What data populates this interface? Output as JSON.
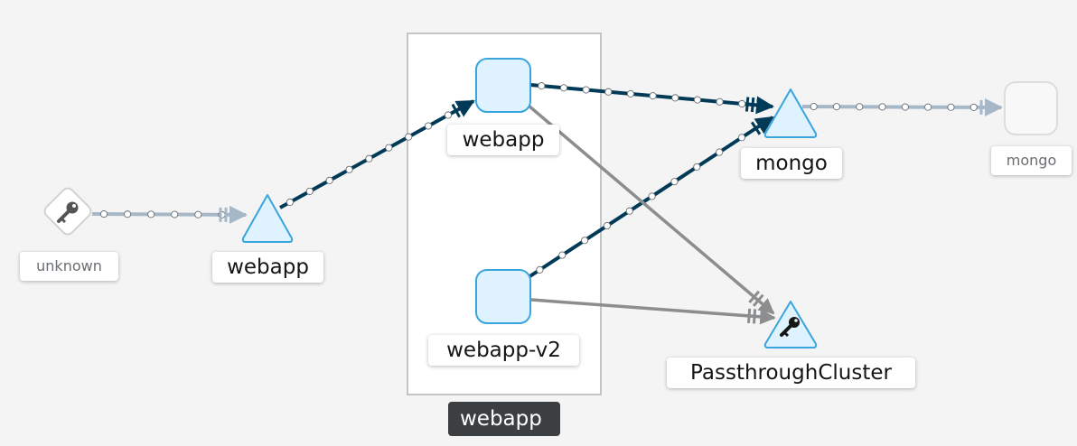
{
  "nodes": {
    "unknown": {
      "label": "unknown",
      "icon": "key-icon"
    },
    "webapp_service": {
      "label": "webapp",
      "shape": "triangle"
    },
    "webapp_v1": {
      "label": "webapp",
      "shape": "rounded-square"
    },
    "webapp_v2": {
      "label": "webapp-v2",
      "shape": "rounded-square"
    },
    "mongo_service": {
      "label": "mongo",
      "shape": "triangle"
    },
    "mongo_external": {
      "label": "mongo",
      "shape": "rounded-square"
    },
    "passthrough": {
      "label": "PassthroughCluster",
      "icon": "key-icon"
    }
  },
  "group": {
    "label": "webapp"
  },
  "colors": {
    "background": "#f4f4f4",
    "node_fill": "#def3ff",
    "node_stroke": "#39a5dc",
    "edge_active": "#003a57",
    "edge_idle": "#a6b8c8",
    "edge_tcp": "#8b8d8f",
    "group_label_bg": "#3c3f42"
  }
}
